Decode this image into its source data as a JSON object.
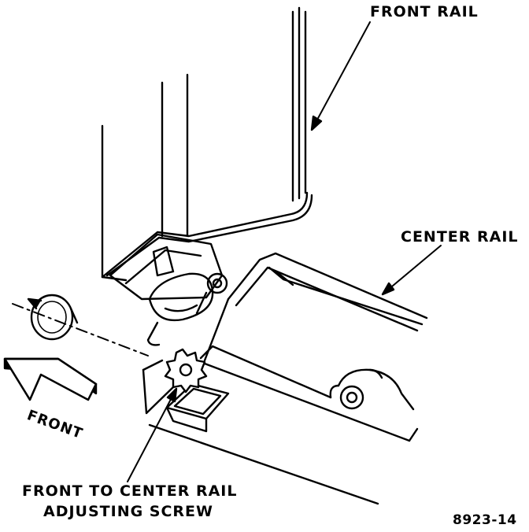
{
  "labels": {
    "front_rail": "FRONT RAIL",
    "center_rail": "CENTER RAIL",
    "adjusting_screw_line1": "FRONT TO CENTER RAIL",
    "adjusting_screw_line2": "ADJUSTING SCREW",
    "front_arrow": "FRONT",
    "figure_number": "8923-14"
  },
  "colors": {
    "ink": "#000000",
    "background": "#ffffff"
  }
}
